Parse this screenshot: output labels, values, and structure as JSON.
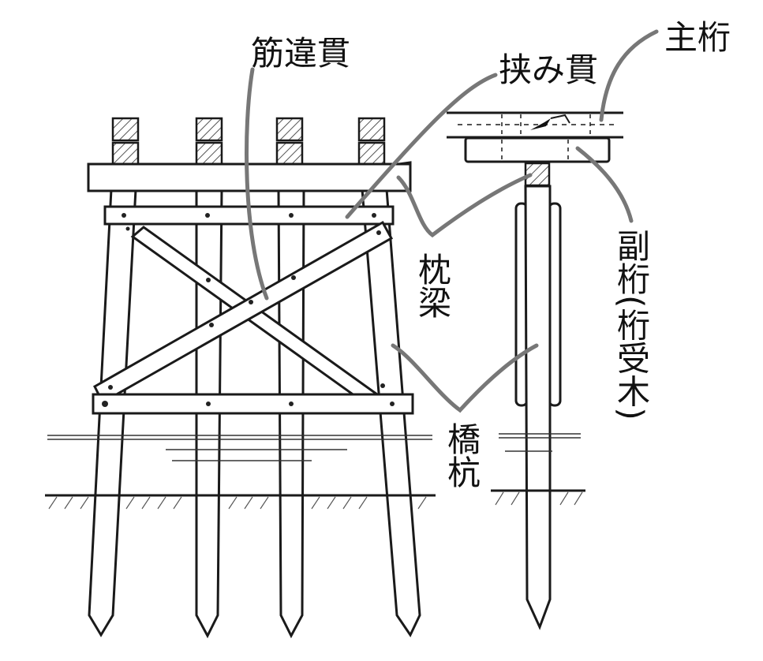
{
  "labels": {
    "sujikai_nuki": "筋違貫",
    "hasami_nuki": "挟み貫",
    "shugeta": "主桁",
    "fukugeta": "副桁(桁受木)",
    "makuragi": "枕梁",
    "hashigui": "橋杭"
  },
  "colors": {
    "ink": "#1a1a1a",
    "leader": "#777777",
    "background": "#ffffff"
  }
}
